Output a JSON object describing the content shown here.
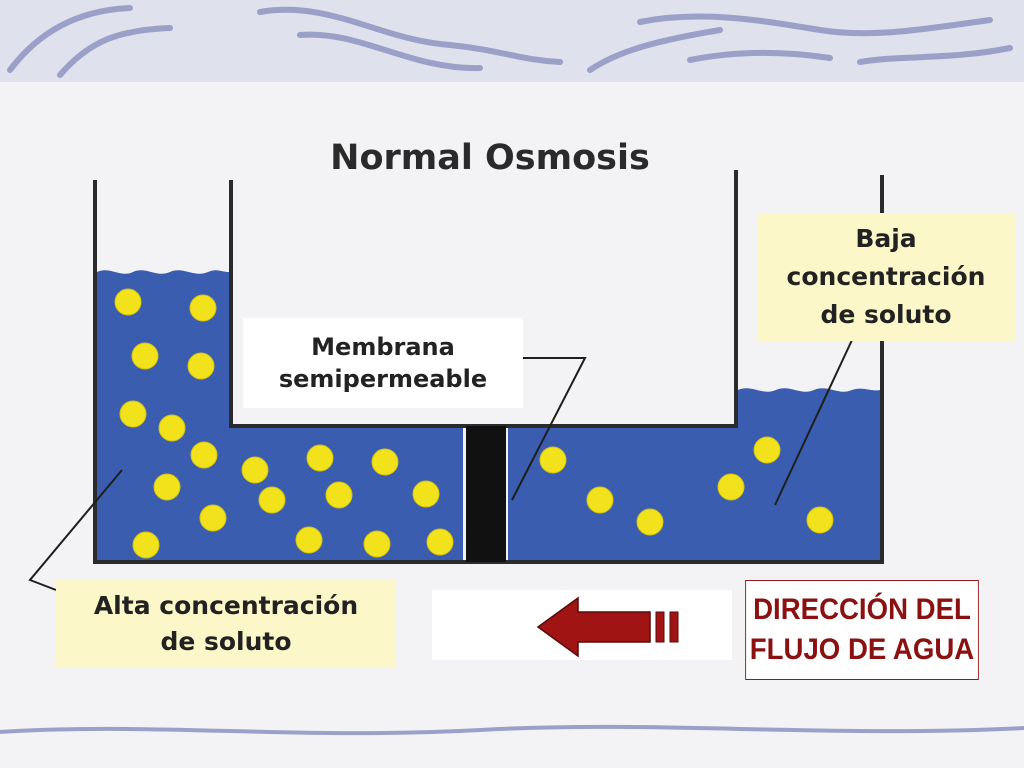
{
  "title": "Normal Osmosis",
  "labels": {
    "membrane": [
      "Membrana",
      "semipermeable"
    ],
    "low_concentration": [
      "Baja",
      "concentración",
      "de soluto"
    ],
    "high_concentration": [
      "Alta concentración",
      "de soluto"
    ],
    "flow_direction": [
      "DIRECCIÓN DEL",
      "FLUJO DE AGUA"
    ]
  },
  "colors": {
    "water": "#3a5db0",
    "solute": "#f2e21c",
    "membrane": "#111111",
    "arrow": "#a01414",
    "callout_fill": "#fbf7c8",
    "decor_wave": "#9aa0c8"
  },
  "diagram": {
    "left_solute_particles": 19,
    "right_solute_particles": 6
  }
}
